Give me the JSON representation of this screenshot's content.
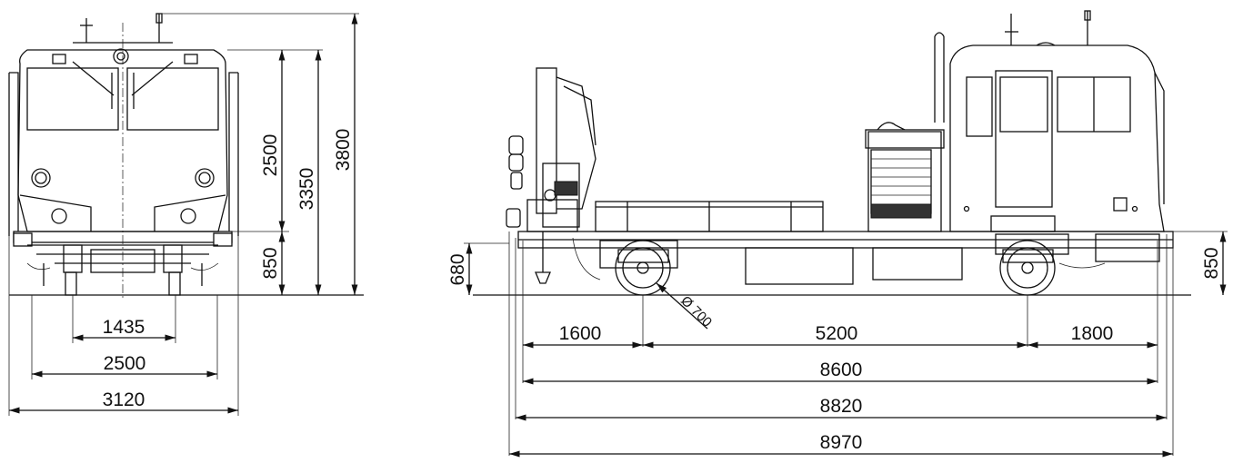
{
  "front_view": {
    "dimensions": {
      "track_gauge": "1435",
      "body_width": "2500",
      "overall_width": "3120",
      "height_2500": "2500",
      "height_3350": "3350",
      "height_3800": "3800",
      "floor_height": "850"
    }
  },
  "side_view": {
    "dimensions": {
      "front_overhang": "1600",
      "wheelbase": "5200",
      "rear_overhang": "1800",
      "length_8600": "8600",
      "length_8820": "8820",
      "length_8970": "8970",
      "wheel_diameter": "Ø 700",
      "coupler_height": "680",
      "rear_floor_height": "850"
    }
  }
}
